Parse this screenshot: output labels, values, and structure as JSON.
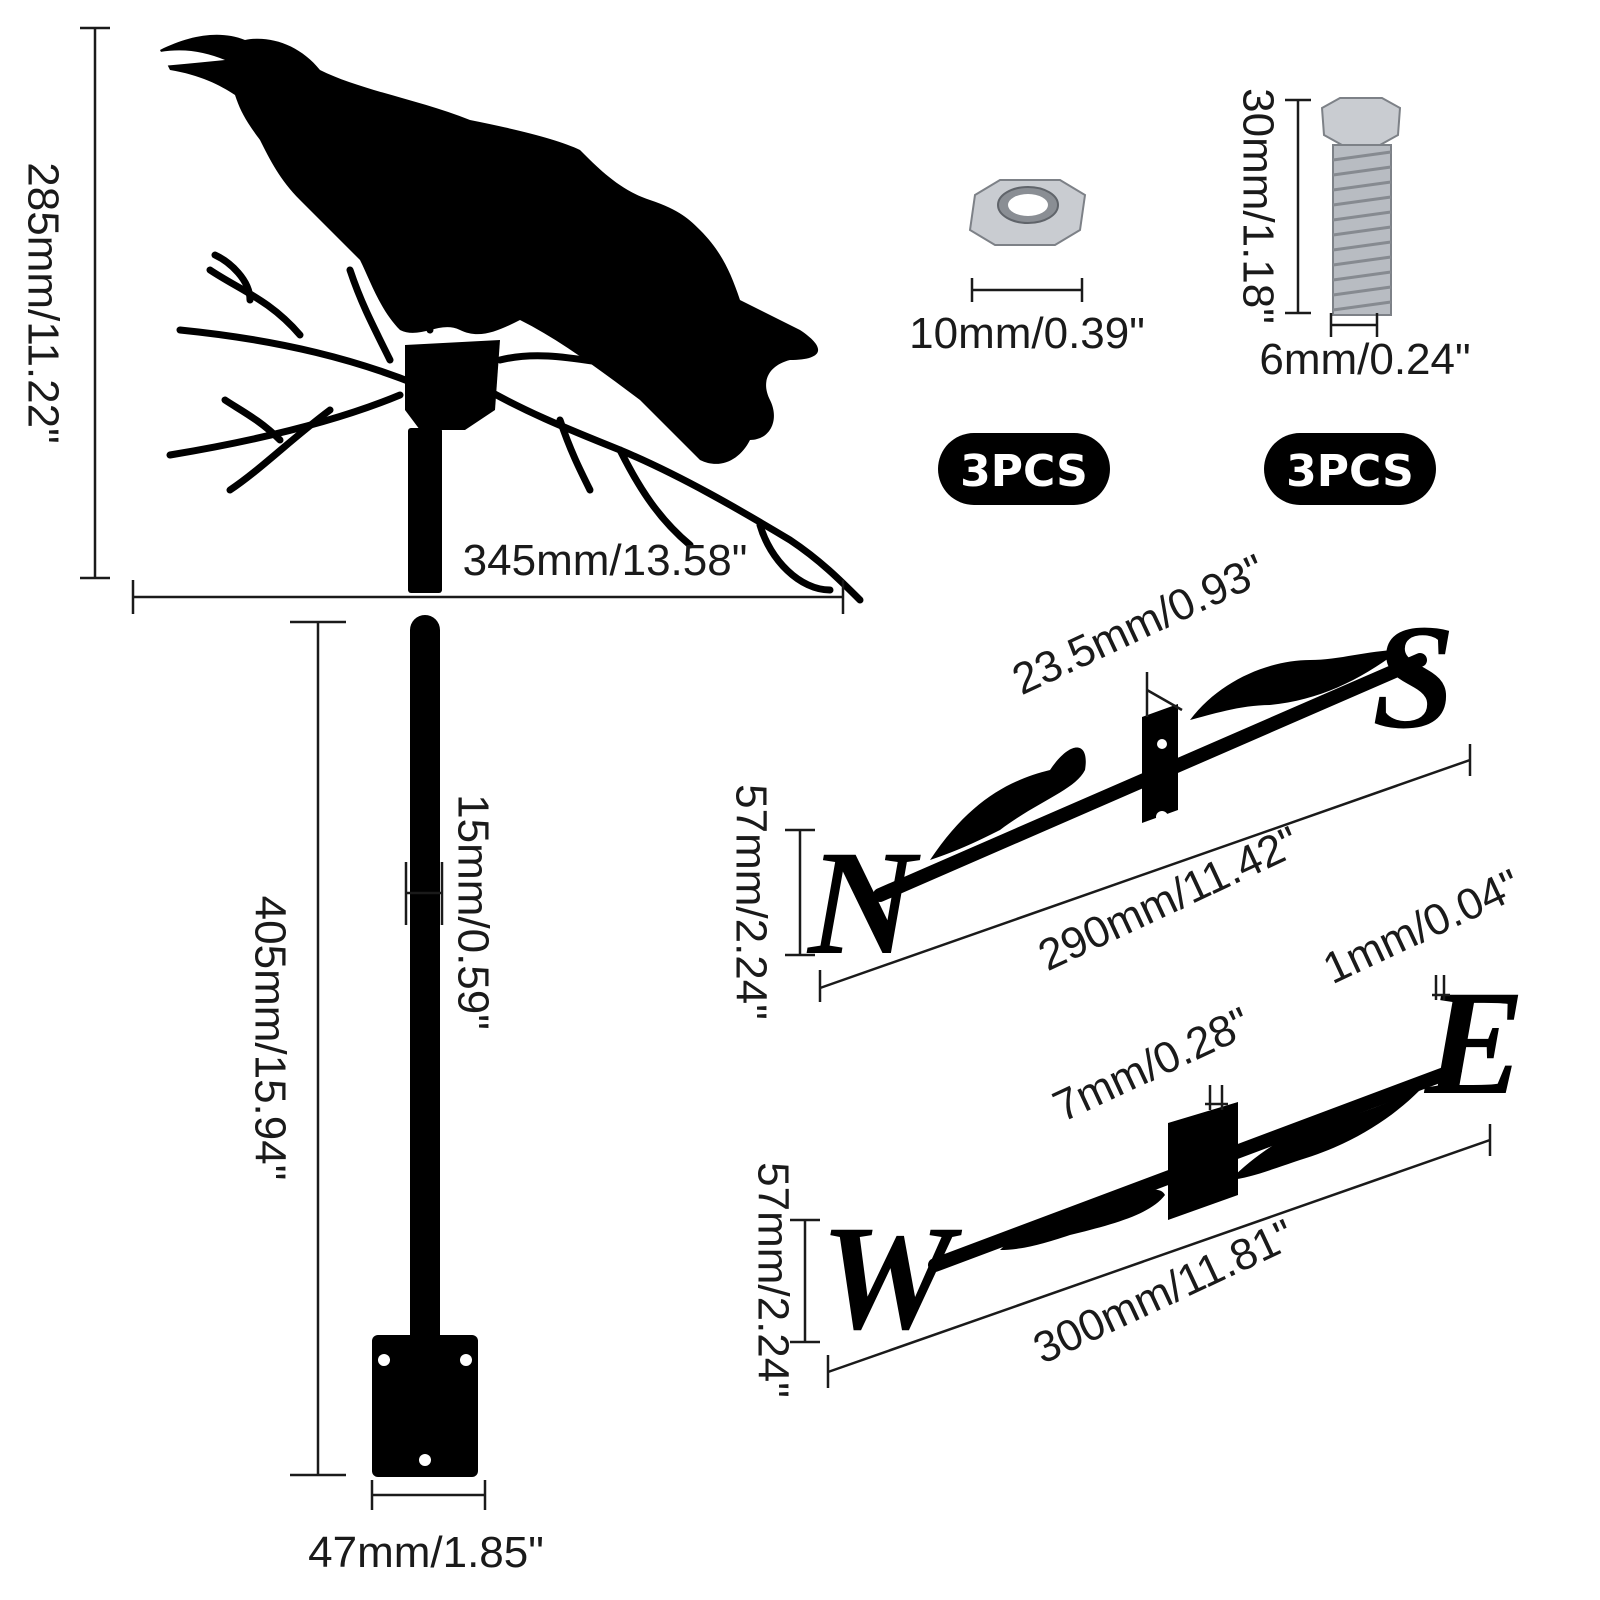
{
  "raven": {
    "height_label": "285mm/11.22\"",
    "width_label": "345mm/13.58\""
  },
  "nut": {
    "size_label": "10mm/0.39\"",
    "count_label": "3PCS"
  },
  "bolt": {
    "length_label": "30mm/1.18\"",
    "diameter_label": "6mm/0.24\"",
    "count_label": "3PCS"
  },
  "pole": {
    "length_label": "405mm/15.94\"",
    "diameter_label": "15mm/0.59\"",
    "base_width_label": "47mm/1.85\""
  },
  "ns_arm": {
    "letters": [
      "N",
      "S"
    ],
    "sleeve_label": "23.5mm/0.93\"",
    "height_label": "57mm/2.24\"",
    "length_label": "290mm/11.42\""
  },
  "we_arm": {
    "letters": [
      "W",
      "E"
    ],
    "thickness_label": "1mm/0.04\"",
    "slot_label": "7mm/0.28\"",
    "height_label": "57mm/2.24\"",
    "length_label": "300mm/11.81\""
  },
  "colors": {
    "metal": "#000000",
    "text": "#1a1a1a",
    "badge_bg": "#000000",
    "badge_text": "#ffffff",
    "hardware": "#b8bcc2"
  }
}
